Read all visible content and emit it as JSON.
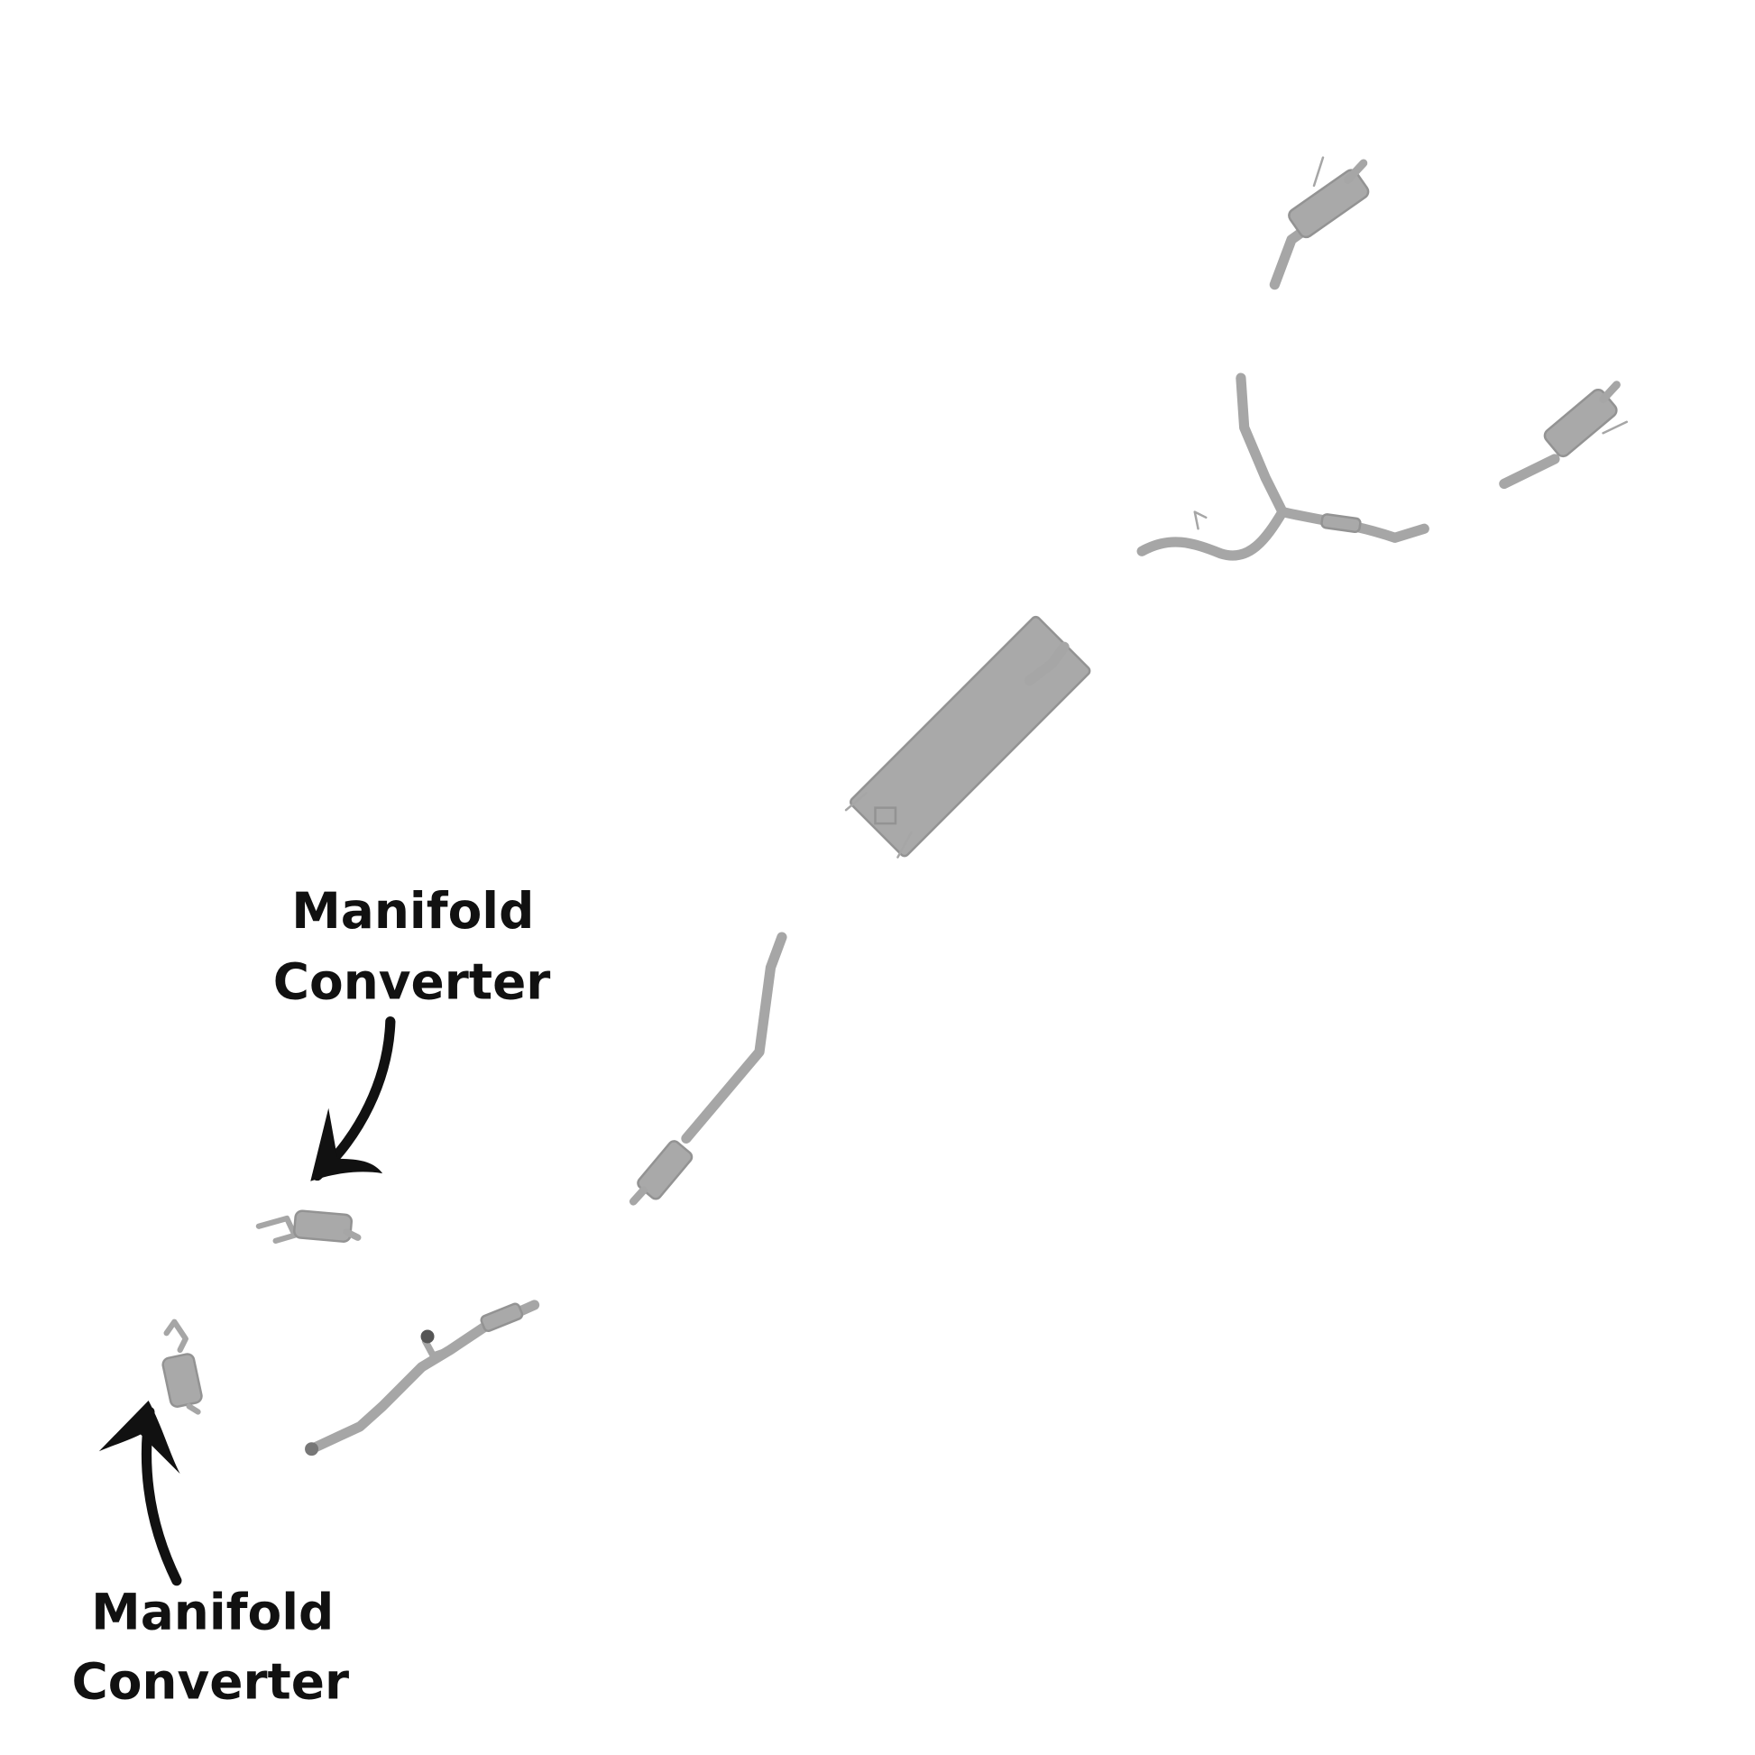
{
  "labels": {
    "upper": {
      "line1": "Manifold",
      "line2": "Converter"
    },
    "lower": {
      "line1": "Manifold",
      "line2": "Converter"
    }
  },
  "colors": {
    "part": "#a9a9a9",
    "text": "#111111",
    "background": "#ffffff"
  }
}
